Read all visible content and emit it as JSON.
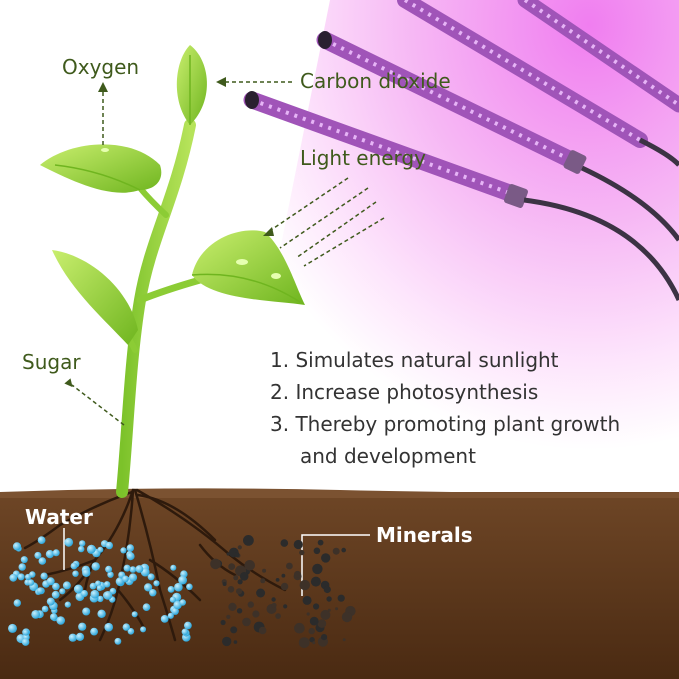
{
  "labels": {
    "oxygen": "Oxygen",
    "carbon_dioxide": "Carbon dioxide",
    "light_energy": "Light energy",
    "sugar": "Sugar",
    "water": "Water",
    "minerals": "Minerals"
  },
  "steps": [
    {
      "line1": "1. Simulates natural sunlight",
      "line2": ""
    },
    {
      "line1": "2. Increase photosynthesis",
      "line2": ""
    },
    {
      "line1": "3. Thereby promoting plant growth",
      "line2": "and development"
    }
  ],
  "colors": {
    "glow": "#f39bf2",
    "soil_top": "#6e4626",
    "soil_bottom": "#4a2a12",
    "leaf_light": "#b6e35a",
    "leaf_dark": "#6fb51f",
    "lamp_tube": "#a054b8",
    "lamp_led": "#e6b4f6",
    "arrow_green": "#3f5a1c",
    "water_drop": "#4cc3f0",
    "mineral": "#2b2b2b"
  }
}
